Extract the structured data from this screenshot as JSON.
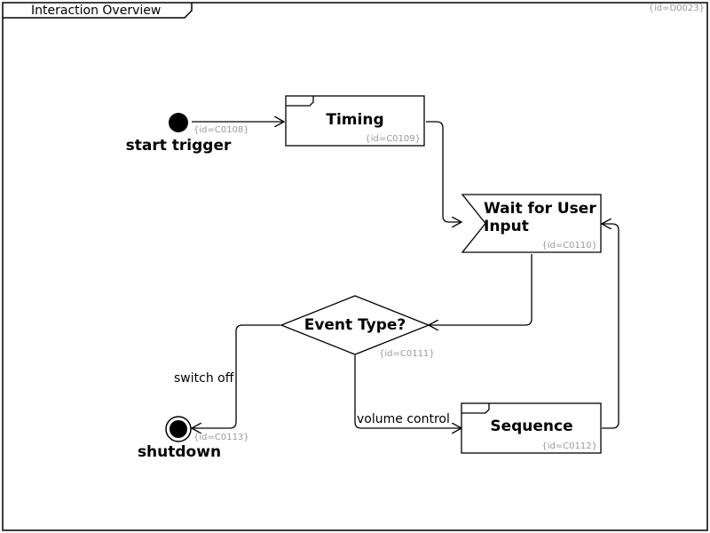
{
  "frame": {
    "title": "Interaction Overview",
    "id": "{id=D0023}"
  },
  "nodes": {
    "start": {
      "label": "start trigger",
      "id": "{id=C0108}"
    },
    "timing": {
      "label": "Timing",
      "id": "{id=C0109}"
    },
    "wait": {
      "label_line1": "Wait for User",
      "label_line2": "Input",
      "id": "{id=C0110}"
    },
    "decision": {
      "label": "Event Type?",
      "id": "{id=C0111}"
    },
    "sequence": {
      "label": "Sequence",
      "id": "{id=C0112}"
    },
    "end": {
      "label": "shutdown",
      "id": "{id=C0113}"
    }
  },
  "edges": {
    "switch_off": "switch off",
    "volume_control": "volume control"
  },
  "colors": {
    "stroke": "#000000",
    "fill": "#ffffff",
    "id_text": "#999999"
  }
}
